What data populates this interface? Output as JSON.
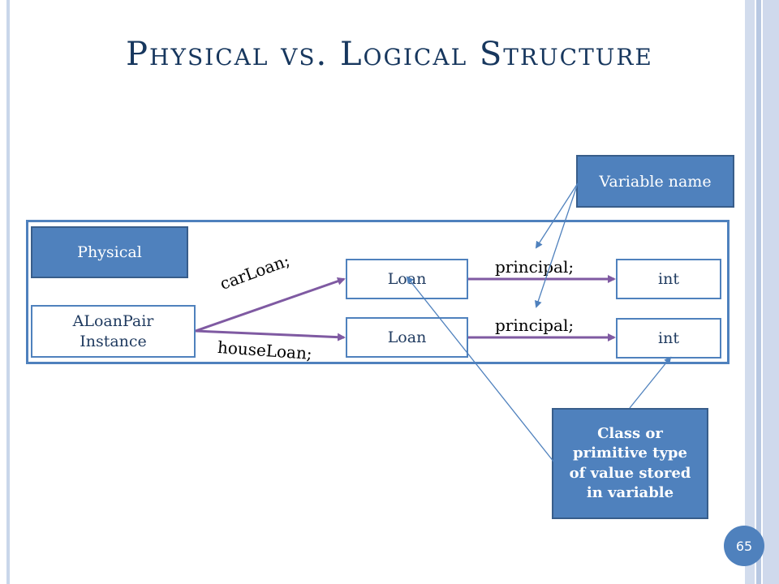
{
  "title": "Physical vs. Logical Structure",
  "boxes": {
    "physical": "Physical",
    "aloan_line1": "ALoanPair",
    "aloan_line2": "Instance",
    "loan_top": "Loan",
    "loan_bottom": "Loan",
    "int_top": "int",
    "int_bottom": "int",
    "variable_name": "Variable name",
    "class_type_line1": "Class or",
    "class_type_line2": "primitive type",
    "class_type_line3": "of value stored",
    "class_type_line4": "in variable"
  },
  "labels": {
    "car_loan": "carLoan;",
    "house_loan": "houseLoan;",
    "principal_top": "principal;",
    "principal_bottom": "principal;"
  },
  "page_number": "65",
  "colors": {
    "accent": "#4f81bd",
    "arrow_purple": "#7f5aa2",
    "title": "#17375e"
  }
}
